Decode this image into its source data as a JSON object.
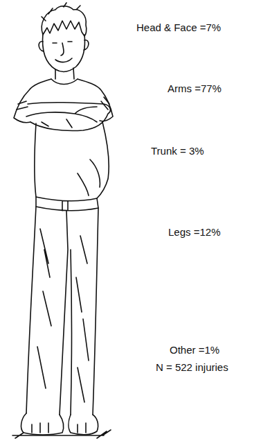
{
  "diagram": {
    "labels": [
      "Head & Face =7%",
      "Arms =77%",
      "Trunk = 3%",
      "Legs =12%",
      "Other =1%",
      "N = 522 injuries"
    ]
  }
}
